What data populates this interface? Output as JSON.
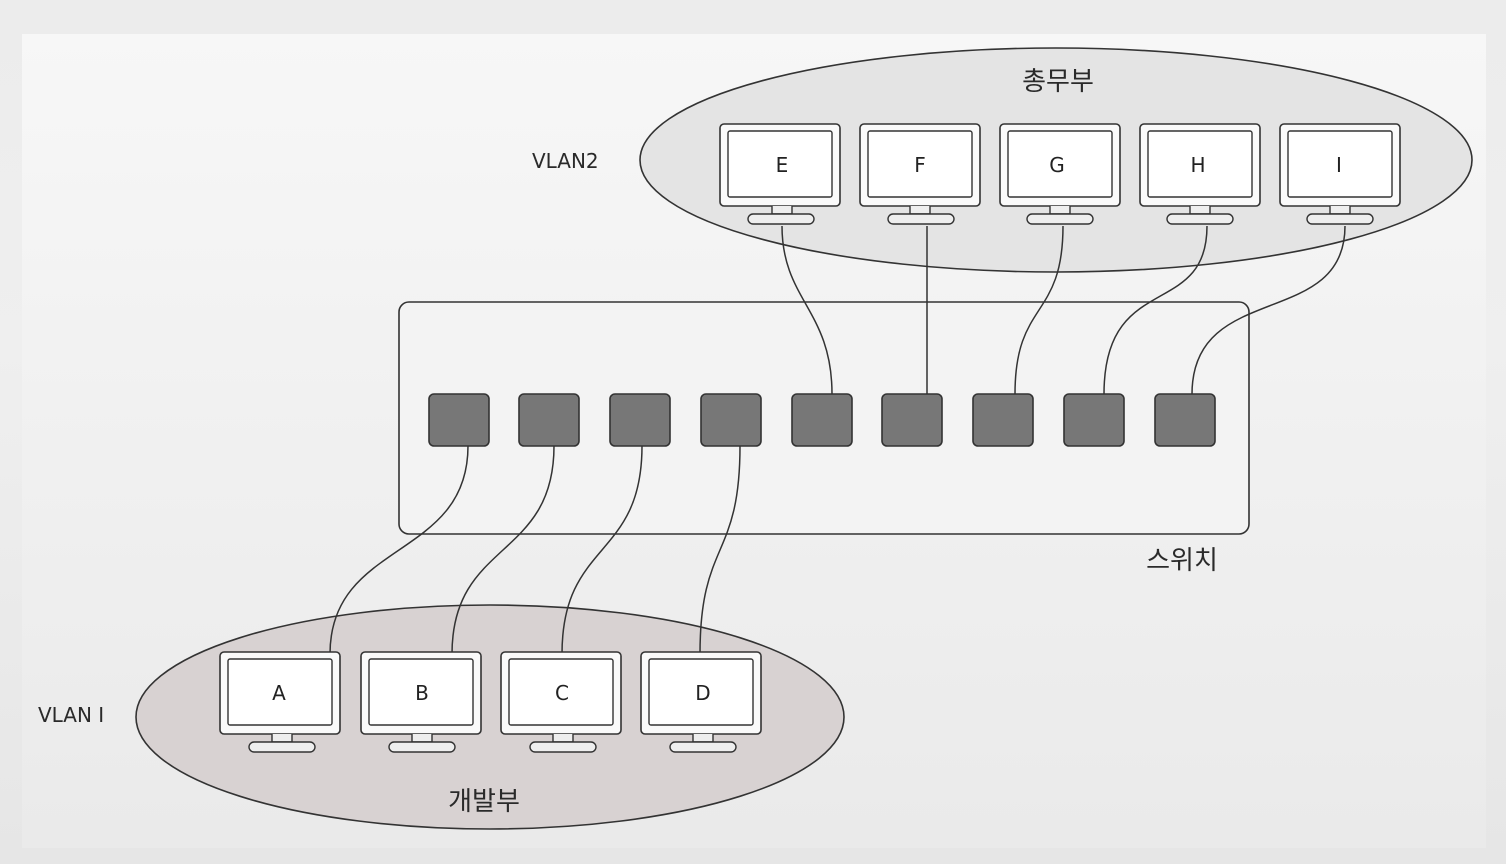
{
  "diagram": {
    "vlan2": {
      "label": "VLAN2",
      "group": "총무부",
      "computers": [
        "E",
        "F",
        "G",
        "H",
        "I"
      ]
    },
    "vlan1": {
      "label": "VLAN I",
      "group": "개발부",
      "computers": [
        "A",
        "B",
        "C",
        "D"
      ]
    },
    "switch": {
      "label": "스위치",
      "port_count": 9
    }
  }
}
